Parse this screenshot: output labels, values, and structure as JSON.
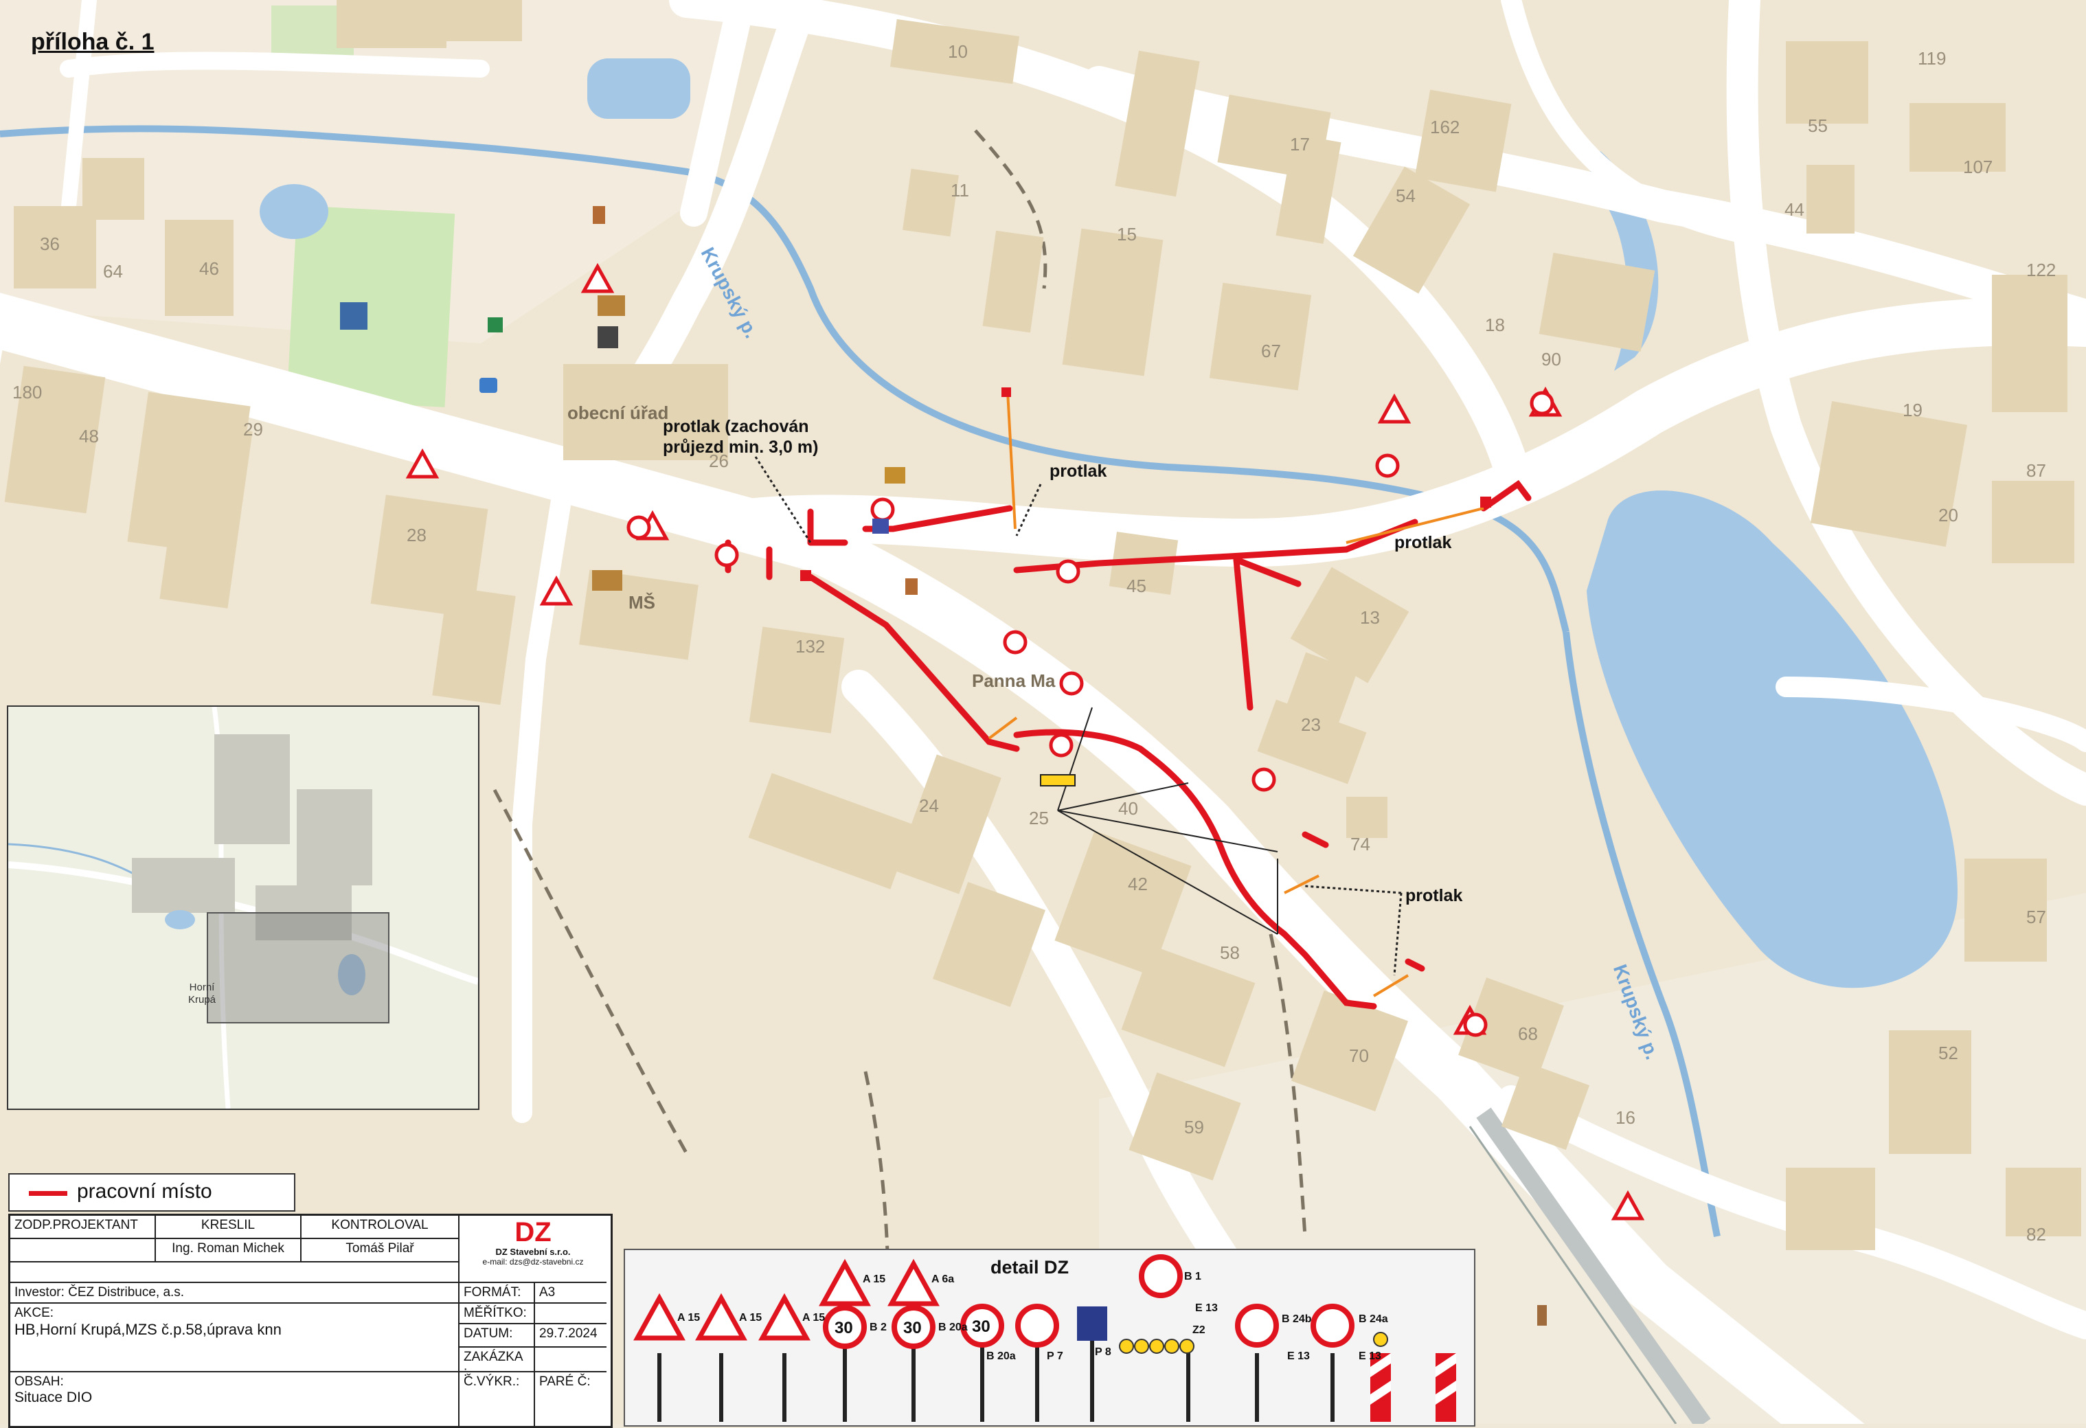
{
  "document": {
    "attachment_label": "příloha č. 1"
  },
  "map": {
    "places": {
      "obecni_urad": "obecní úřad",
      "ms": "MŠ",
      "panna_maria": "Panna Ma"
    },
    "stream_label": "Krupský p.",
    "house_numbers": [
      "10",
      "119",
      "55",
      "107",
      "44",
      "122",
      "87",
      "20",
      "57",
      "52",
      "82",
      "162",
      "17",
      "54",
      "18",
      "90",
      "19",
      "67",
      "15",
      "11",
      "36",
      "64",
      "46",
      "180",
      "48",
      "29",
      "28",
      "26",
      "132",
      "45",
      "13",
      "23",
      "74",
      "24",
      "25",
      "40",
      "42",
      "58",
      "70",
      "59",
      "68",
      "16"
    ],
    "notes": {
      "protlak_main": "protlak (zachován průjezd min. 3,0 m)",
      "protlak": "protlak"
    },
    "inset_labels": {
      "village": "Horní Krupá"
    }
  },
  "legend": {
    "work_site_label": "pracovní místo",
    "work_site_color": "#e0141e"
  },
  "title_block": {
    "headers": {
      "zodp": "ZODP.PROJEKTANT",
      "kreslil": "KRESLIL",
      "kontroloval": "KONTROLOVAL"
    },
    "kreslil_name": "Ing. Roman Michek",
    "kontroloval_name": "Tomáš Pilař",
    "company_logo": "DZ",
    "company_name": "DZ Stavební s.r.o.",
    "company_email": "e-mail: dzs@dz-stavebni.cz",
    "investor": "Investor: ČEZ Distribuce, a.s.",
    "akce_label": "AKCE:",
    "akce_value": "HB,Horní Krupá,MZS č.p.58,úprava knn",
    "obsah_label": "OBSAH:",
    "obsah_value": "Situace DIO",
    "format_label": "FORMÁT:",
    "format_value": "A3",
    "meritko_label": "MĚŘÍTKO:",
    "datum_label": "DATUM:",
    "datum_value": "29.7.2024",
    "zakazka_label": "ZAKÁZKA :",
    "cvykr_label": "Č.VÝKR.:",
    "pare_label": "PARÉ Č:"
  },
  "detail_dz": {
    "heading": "detail DZ",
    "signs": [
      {
        "code": "A 15"
      },
      {
        "code": "A 15"
      },
      {
        "code": "A 15"
      },
      {
        "code": "A 15"
      },
      {
        "code": "A 6a"
      },
      {
        "code": "B 2"
      },
      {
        "code": "B 20a"
      },
      {
        "code": "B 20a"
      },
      {
        "code": "P 7"
      },
      {
        "code": "P 8"
      },
      {
        "code": "B 1"
      },
      {
        "code": "E 13"
      },
      {
        "code": "Z2"
      },
      {
        "code": "B 24b"
      },
      {
        "code": "E 13"
      },
      {
        "code": "B 24a"
      },
      {
        "code": "E 13"
      }
    ],
    "speed_value": "30"
  }
}
